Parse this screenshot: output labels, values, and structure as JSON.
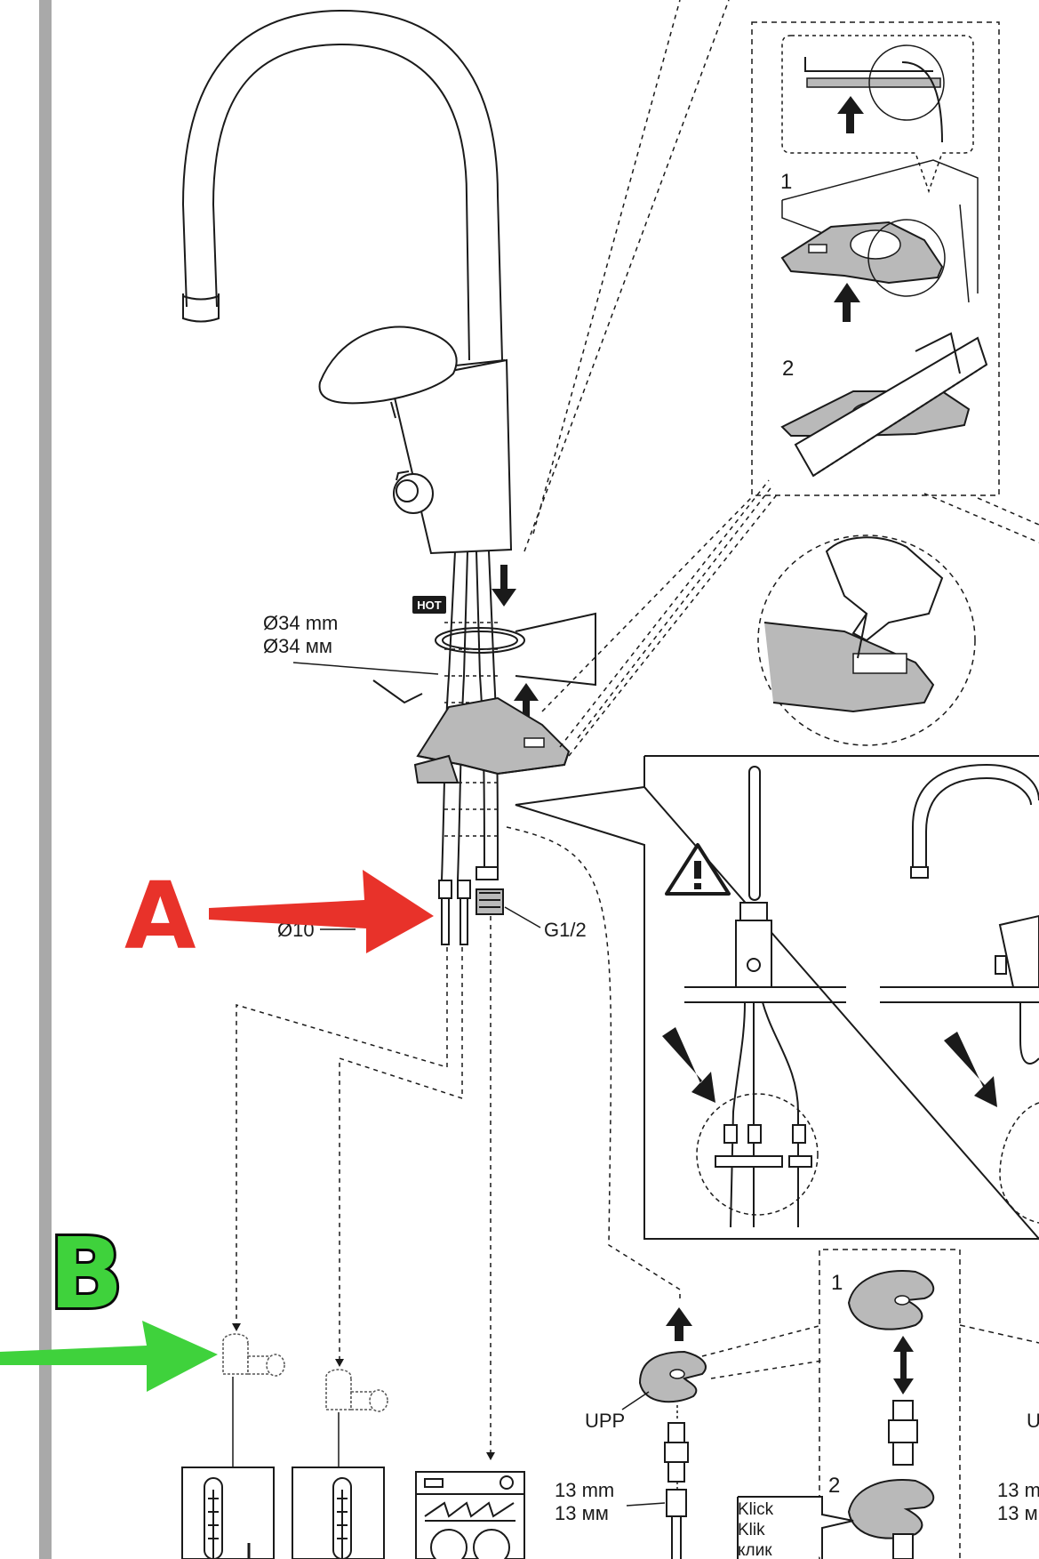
{
  "diagram": {
    "callouts": {
      "a": "A",
      "b": "B"
    },
    "labels": {
      "ring_mm": "Ø34 mm",
      "ring_mm_cyr": "Ø34 мм",
      "pipe_diameter": "Ø10",
      "thread": "G1/2",
      "hot_tag": "HOT",
      "step_1": "1",
      "step_2": "2",
      "upp": "UPP",
      "wrench_mm": "13 mm",
      "wrench_mm_cyr": "13 мм",
      "wrench_mm_right": "13 m",
      "wrench_mm_right_cyr": "13 м",
      "u_cut": "U",
      "click_1": "Klick",
      "click_2": "Klik",
      "click_3": "клик",
      "lower_step_1": "1",
      "lower_step_2": "2"
    },
    "colors": {
      "callout_a": "#e8322a",
      "callout_b": "#3fd23c",
      "part_gray": "#b9b9b9",
      "line": "#1a1a1a",
      "margin_bar": "#a9a9a9"
    },
    "icons": [
      "warning-triangle-icon",
      "arrow-up-icon",
      "arrow-down-icon",
      "diagonal-arrow-icon",
      "double-arrow-icon",
      "saw-icon",
      "hand-icon"
    ]
  }
}
